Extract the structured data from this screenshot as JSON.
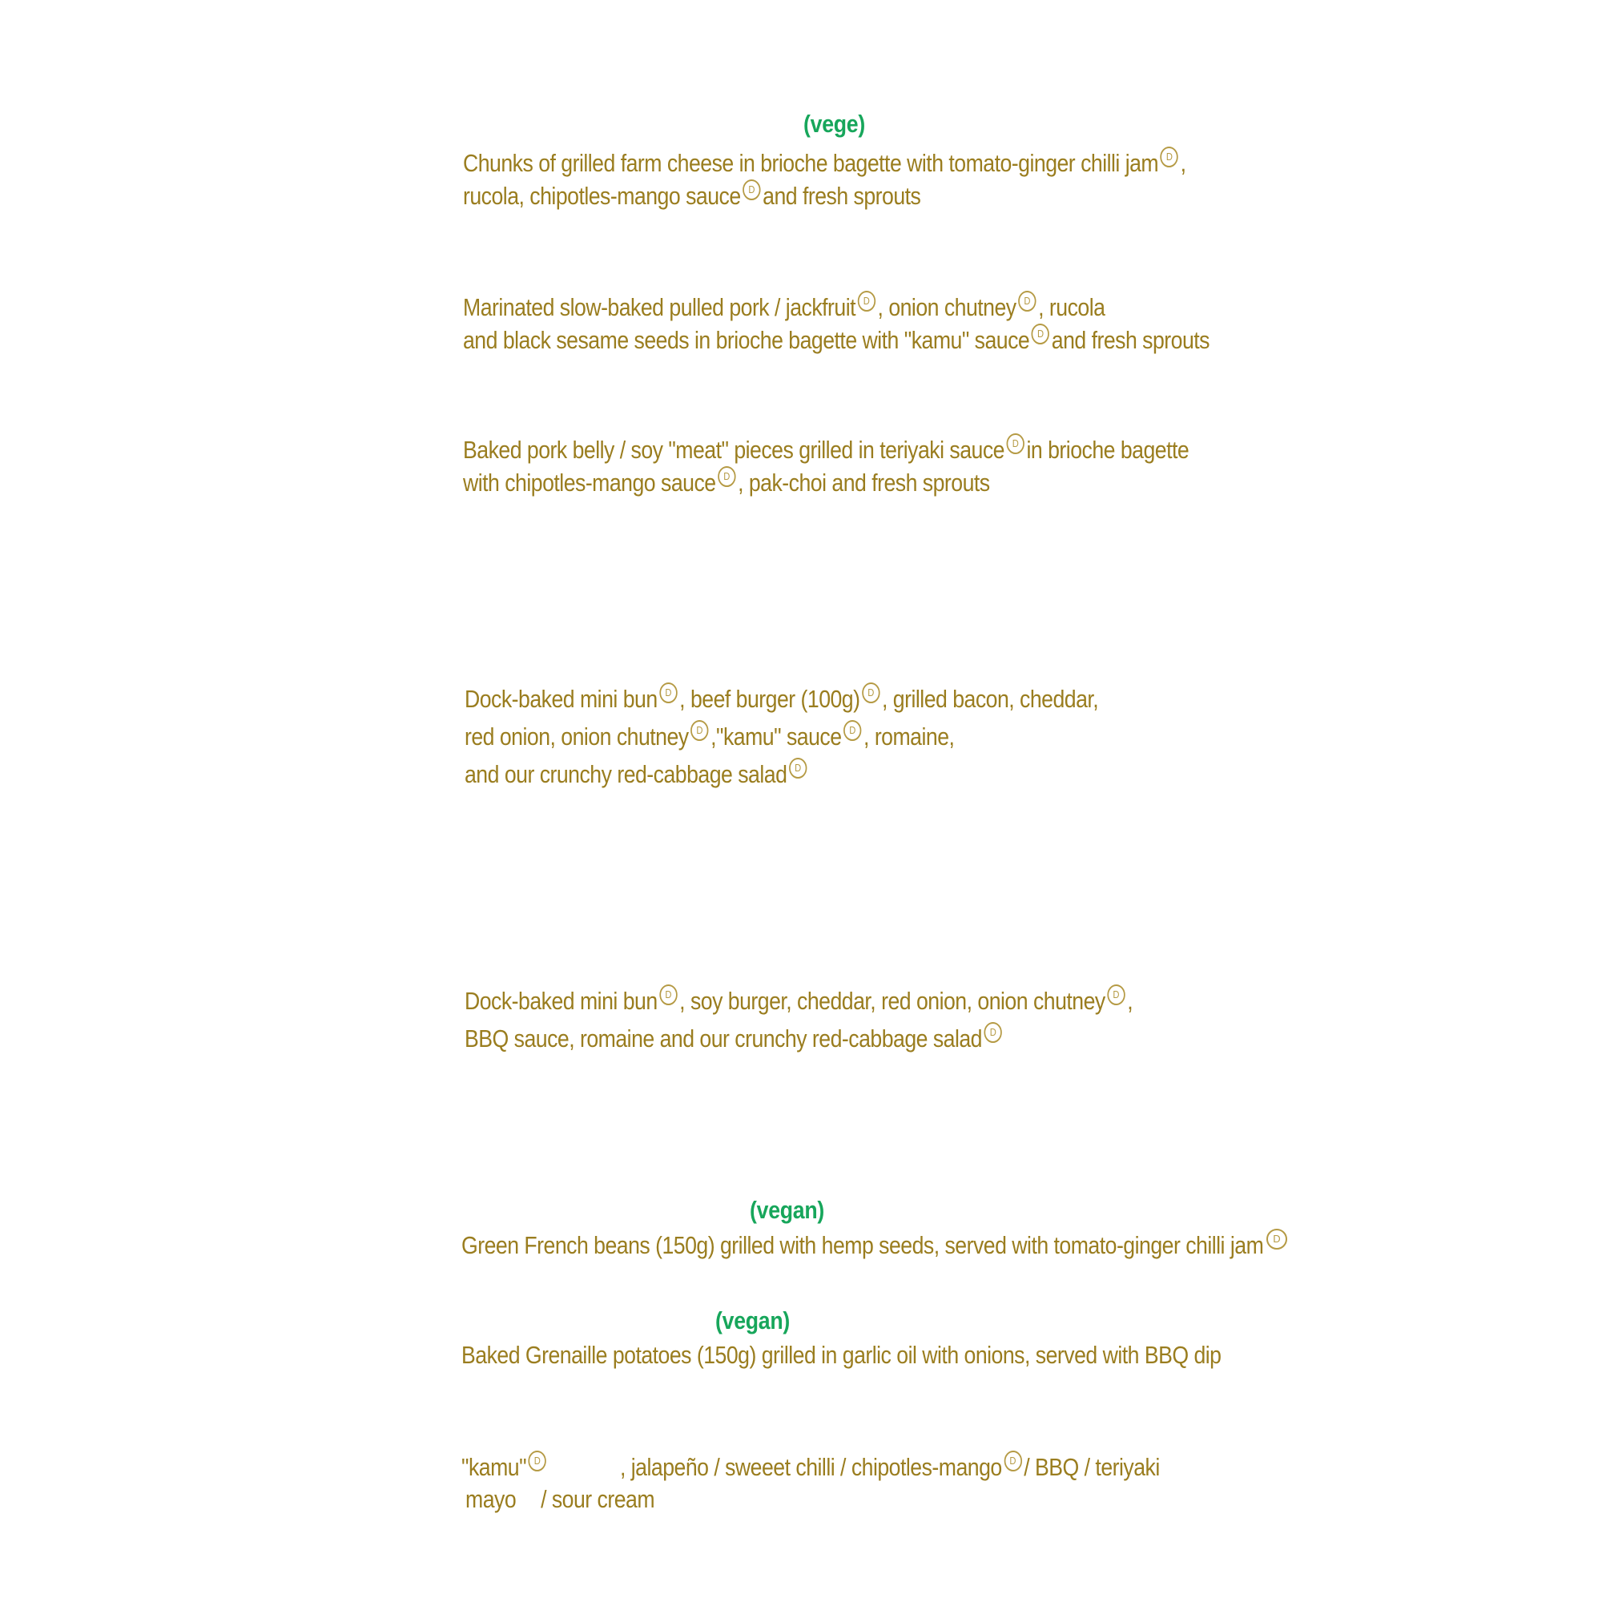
{
  "colors": {
    "text": "#9a7d1f",
    "tag": "#17a65b",
    "mark": "#b59a44",
    "background": "#ffffff"
  },
  "mark_icon": "allergen-d-circle-icon",
  "mark_glyph": "D",
  "tags": {
    "vege": "(vege)",
    "vegan_beans": "(vegan)",
    "vegan_potatoes": "(vegan)"
  },
  "items": {
    "cheese_1a": "Chunks of grilled farm cheese in brioche bagette with tomato-ginger chilli jam",
    "cheese_1b": ",",
    "cheese_2a": "rucola, chipotles-mango sauce",
    "cheese_2b": "and fresh sprouts",
    "pork_1a": "Marinated slow-baked pulled pork / jackfruit",
    "pork_1b": ", onion chutney",
    "pork_1c": ", rucola",
    "pork_2a": "and black sesame seeds in brioche bagette with \"kamu\" sauce",
    "pork_2b": "and fresh sprouts",
    "belly_1a": "Baked pork belly / soy \"meat\" pieces grilled in teriyaki sauce",
    "belly_1b": "in brioche bagette",
    "belly_2a": "with chipotles-mango sauce",
    "belly_2b": ", pak-choi and fresh sprouts",
    "beef_1a": "Dock-baked mini bun",
    "beef_1b": ", beef burger (100g)",
    "beef_1c": ", grilled bacon, cheddar,",
    "beef_2a": "red onion, onion chutney",
    "beef_2b": ",\"kamu\" sauce",
    "beef_2c": ", romaine,",
    "beef_3a": "and our crunchy red-cabbage salad",
    "soy_1a": "Dock-baked mini bun",
    "soy_1b": ", soy burger, cheddar, red onion, onion chutney",
    "soy_1c": ",",
    "soy_2a": "BBQ sauce, romaine and our crunchy red-cabbage salad",
    "beans": "Green French beans (150g) grilled with hemp seeds, served with tomato-ginger chilli jam",
    "potatoes": "Baked Grenaille potatoes (150g) grilled in garlic oil with onions, served with BBQ dip",
    "sauces_1a": "\"kamu\"",
    "sauces_1b": ", jalapeño / sweeet chilli / chipotles-mango",
    "sauces_1c": "/ BBQ / teriyaki",
    "sauces_2a": "mayo",
    "sauces_2b": "/ sour cream"
  }
}
